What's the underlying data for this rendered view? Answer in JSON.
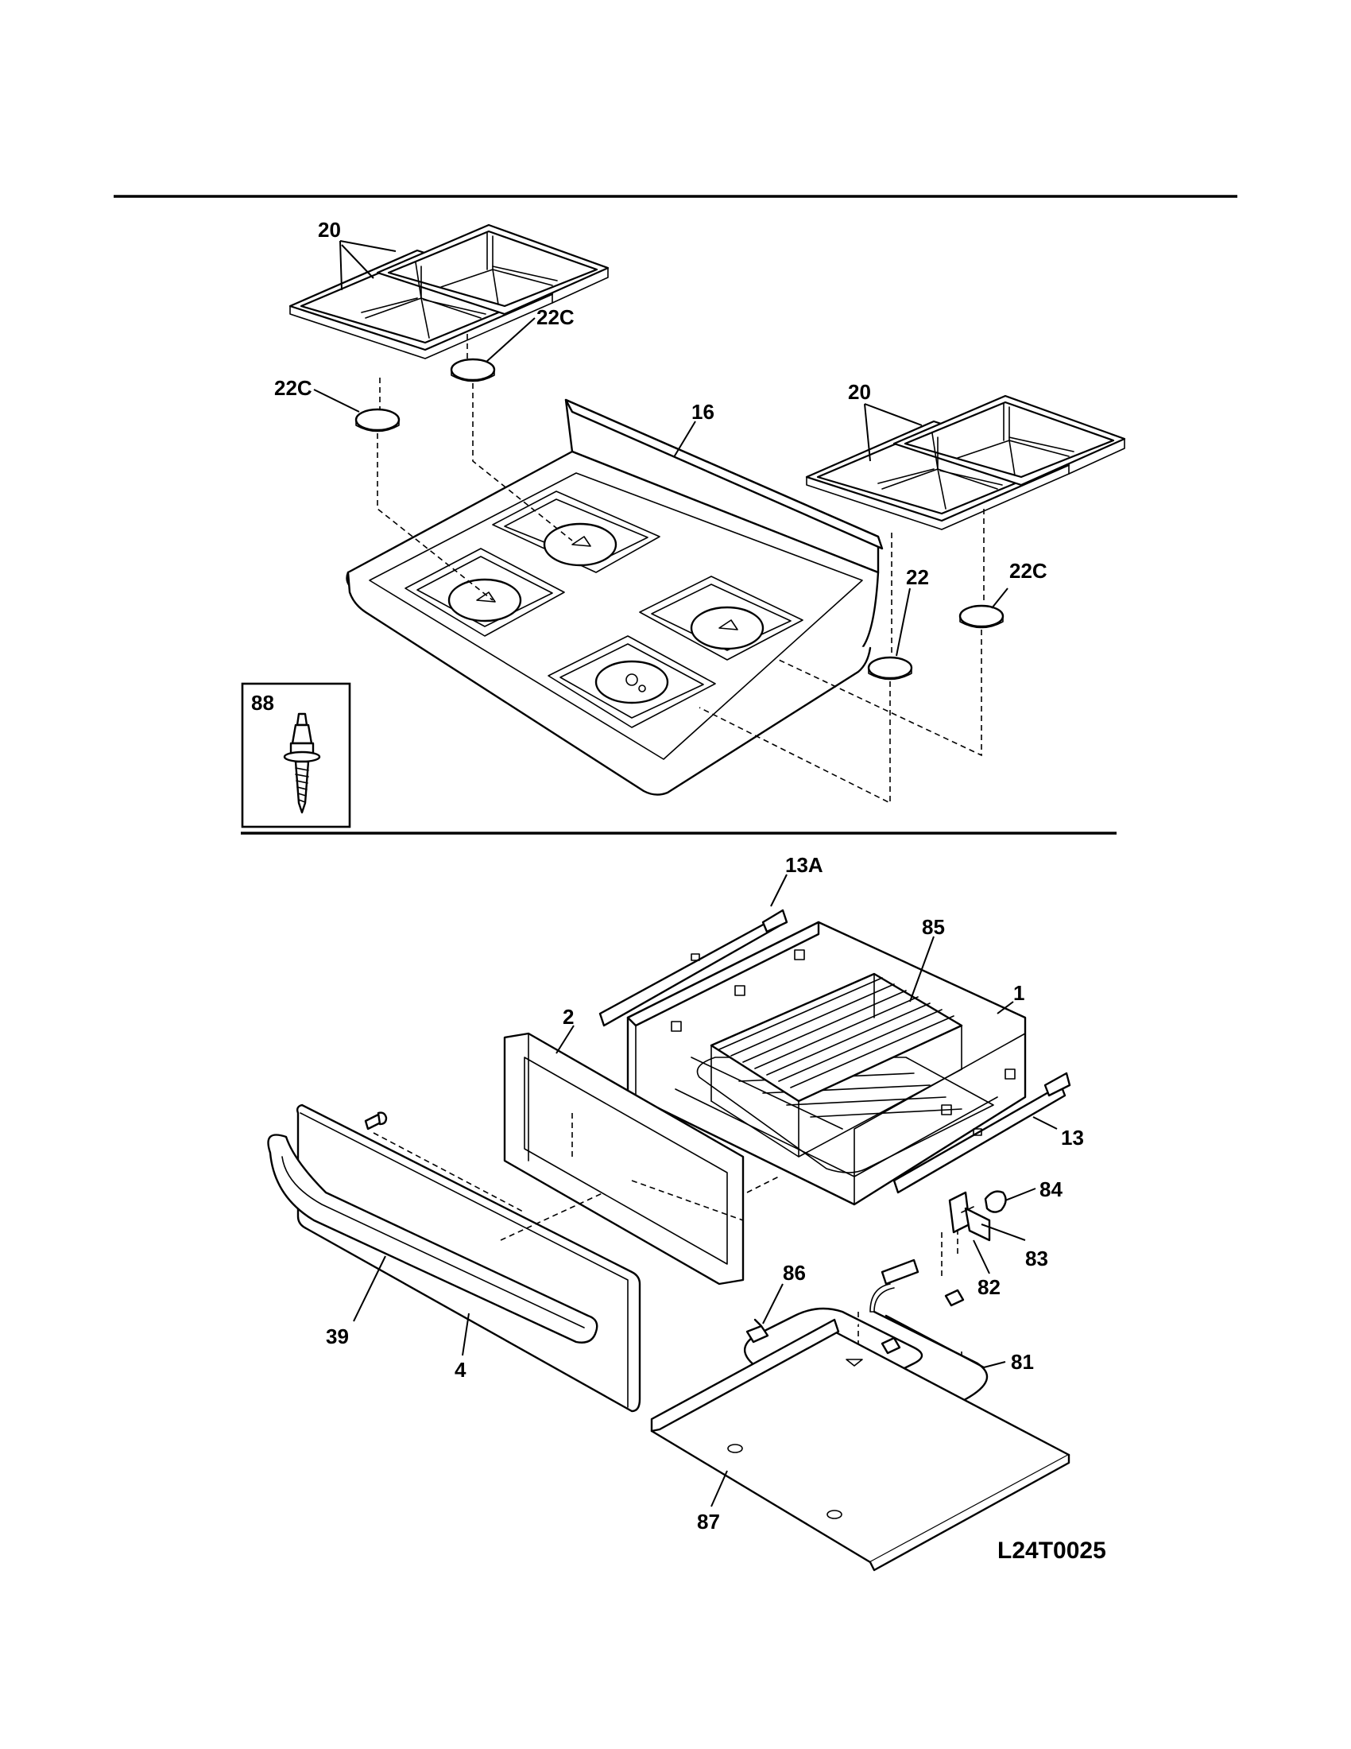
{
  "diagram_code": "L24T0025",
  "callouts": {
    "c20a": "20",
    "c22c_a": "22C",
    "c22c_b": "22C",
    "c16": "16",
    "c20b": "20",
    "c22": "22",
    "c22c_c": "22C",
    "c88": "88",
    "c13a": "13A",
    "c85": "85",
    "c1": "1",
    "c2": "2",
    "c13": "13",
    "c84": "84",
    "c83": "83",
    "c86": "86",
    "c82": "82",
    "c39": "39",
    "c4": "4",
    "c81": "81",
    "c87": "87"
  }
}
